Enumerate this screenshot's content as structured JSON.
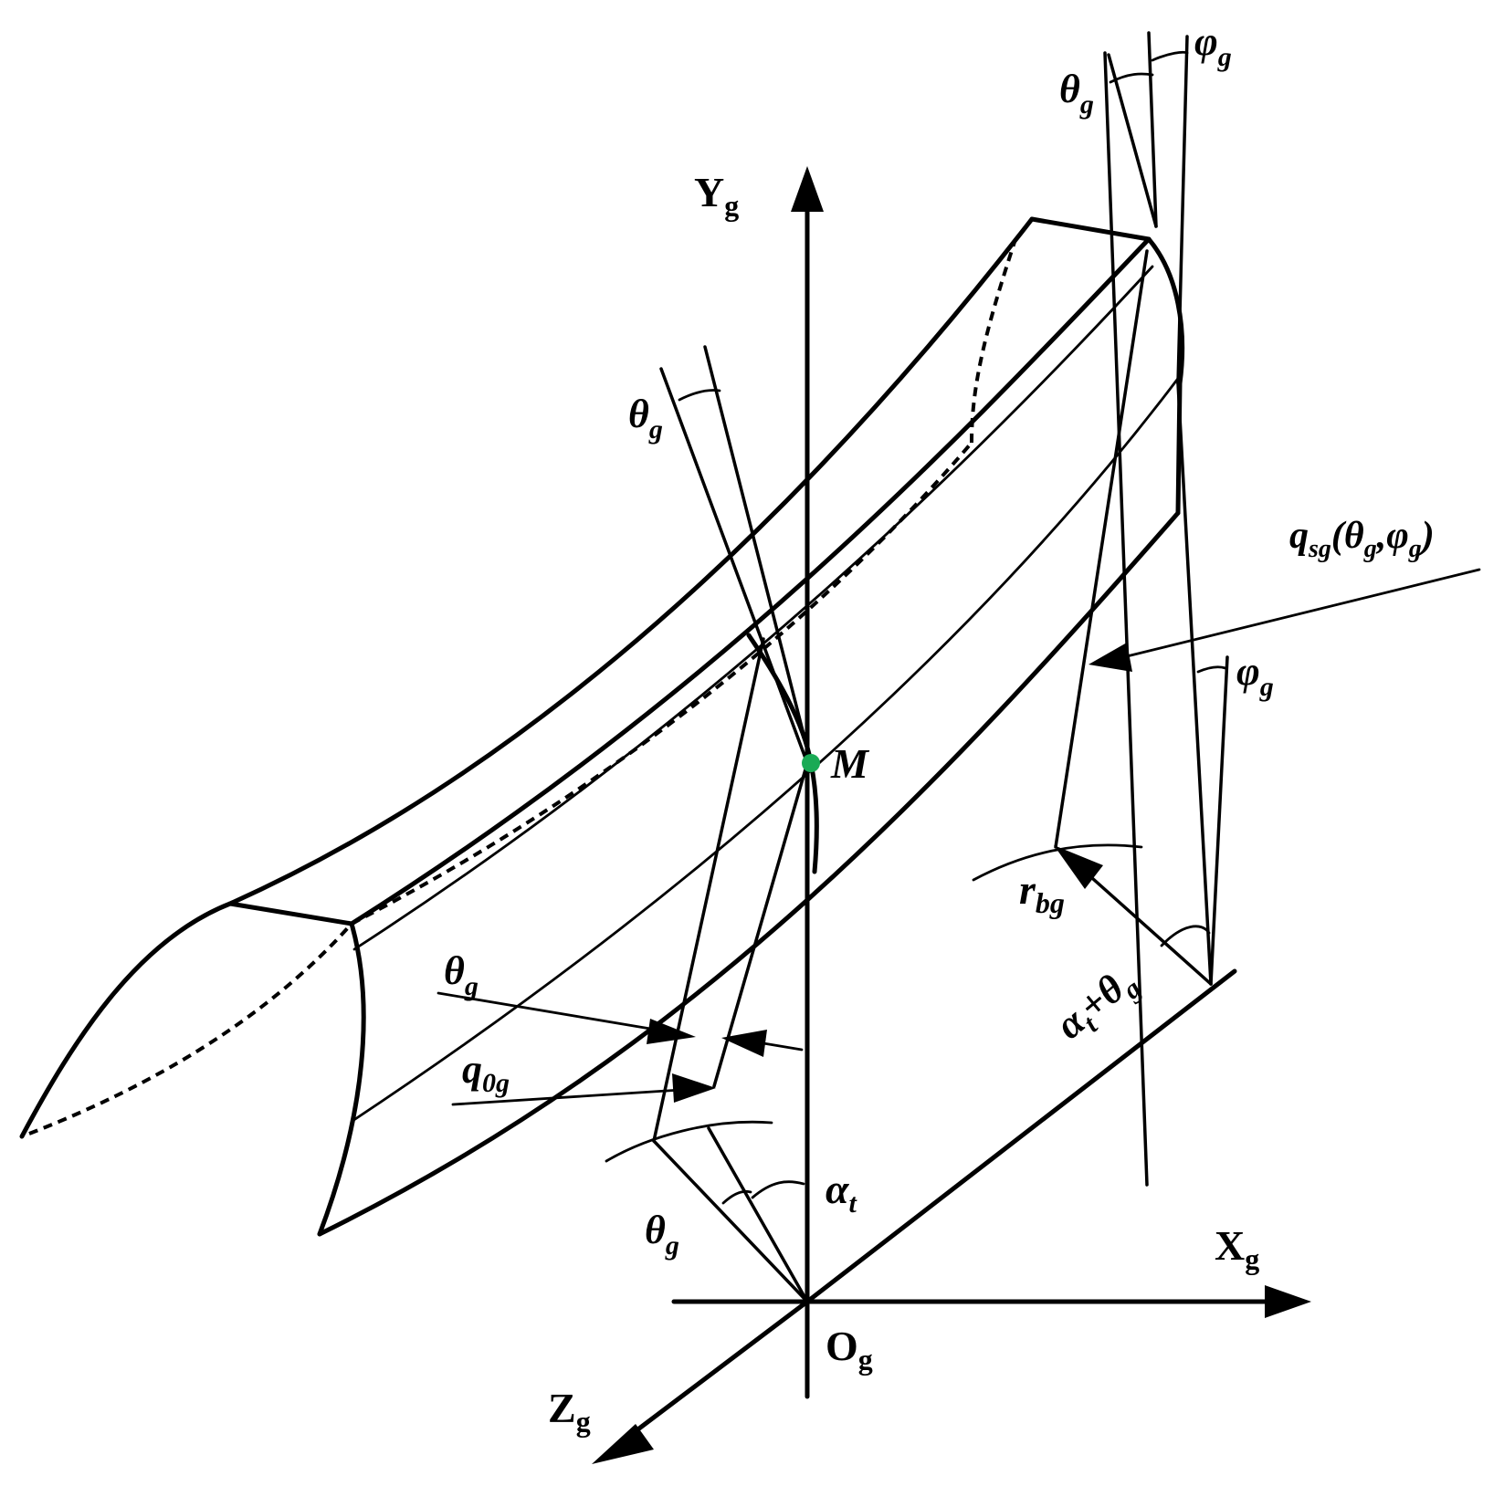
{
  "axes": {
    "y": {
      "main": "Y",
      "sub": "g"
    },
    "x": {
      "main": "X",
      "sub": "g"
    },
    "z": {
      "main": "Z",
      "sub": "g"
    },
    "origin": {
      "main": "O",
      "sub": "g"
    }
  },
  "labels": {
    "theta_main": "θ",
    "g": "g",
    "phi_main": "φ",
    "alpha_main": "α",
    "t": "t",
    "q0_main": "q",
    "q0_sub": "0g",
    "qsg_main": "q",
    "qsg_sub": "sg",
    "qsg_paren_open": "(θ",
    "qsg_comma": ",φ",
    "qsg_paren_close": ")",
    "rbg_main": "r",
    "rbg_sub": "bg",
    "alpha_plus_theta_plus": "+θ",
    "point_m": "M"
  },
  "colors": {
    "line": "#000000",
    "point_m": "#1aaa55"
  }
}
